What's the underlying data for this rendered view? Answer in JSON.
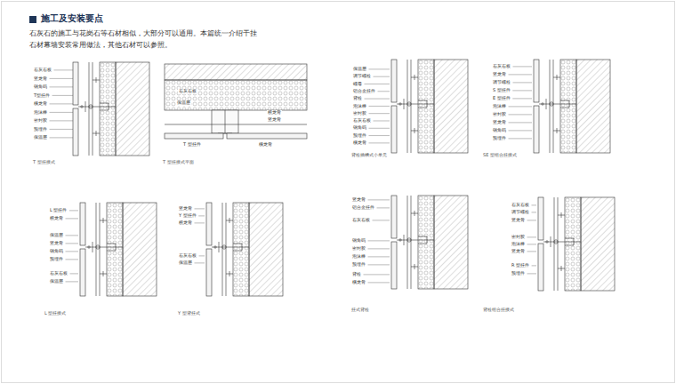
{
  "diagram": {
    "title": "施工及安装要点",
    "labels": [
      "石灰石的施工与花岗石等石材相似，大部分可以通用。本篇统一介绍干挂",
      "石材幕墙安装常用做法，其他石材可以参照。",
      "石灰石板",
      "竖龙骨",
      "钢角码",
      "T型挂件",
      "橫龙骨",
      "泡沫棒",
      "密封胶",
      "预埋件",
      "保温层",
      "T 型挂接式",
      "石灰石板",
      "保温层",
      "横龙骨",
      "竖龙骨",
      "T 型挂件",
      "橫龙骨",
      "T 型挂接式平面",
      "保温层",
      "调节螺栓",
      "螺母",
      "铝合金挂件",
      "背栓",
      "泡沫棒",
      "密封胶",
      "石灰石板",
      "钢角码",
      "预埋件",
      "橫龙骨",
      "背栓插槽式小单元",
      "石灰石板",
      "竖龙骨",
      "调节螺栓",
      "S 型挂件",
      "E 型挂件",
      "泡沫棒",
      "密封胶",
      "竖龙骨",
      "钢角码",
      "预埋件",
      "SE 型组合挂接式",
      "L 型挂件",
      "横龙骨",
      "保温层",
      "竖龙骨",
      "钢角码",
      "预埋件",
      "石灰石板",
      "保温层",
      "L 型挂接式",
      "竖龙骨",
      "Y 型挂件",
      "横龙骨",
      "石灰石板",
      "保温层",
      "Y 型背挂式",
      "竖龙骨",
      "铝合金挂件",
      "石灰石板",
      "钢角码",
      "密封胶",
      "泡沫棒",
      "预埋件",
      "背栓",
      "橫龙骨",
      "挂式背栓",
      "石灰石板",
      "调节螺栓",
      "竖龙骨",
      "密封胶",
      "泡沫棒",
      "竖龙骨",
      "R 型挂件",
      "预埋件",
      "背栓组合挂接式"
    ]
  }
}
